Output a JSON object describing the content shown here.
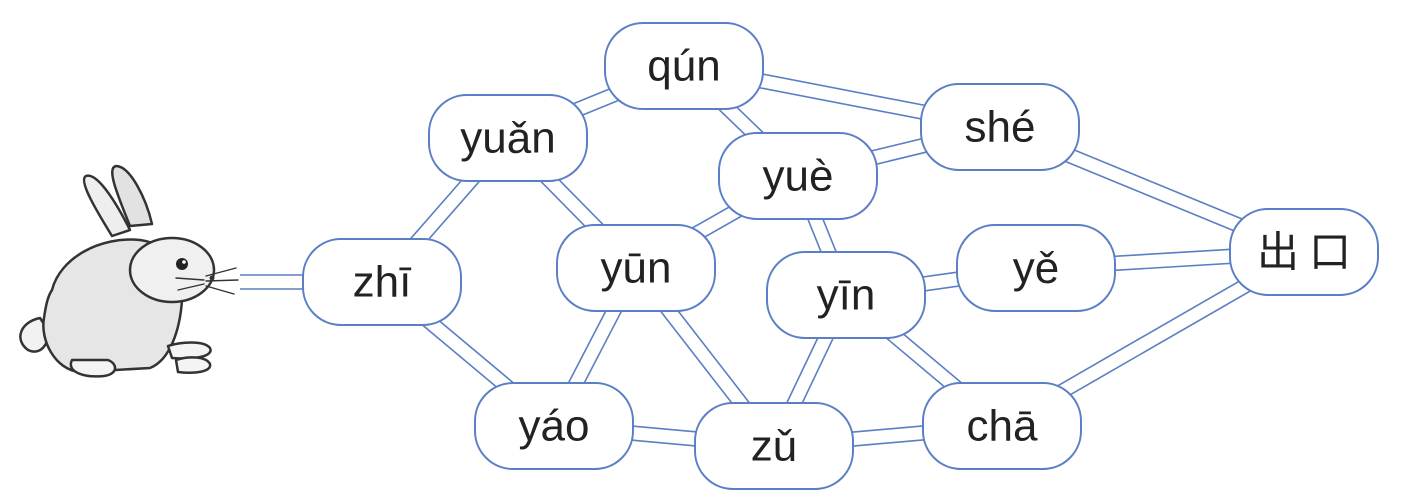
{
  "nodes": [
    {
      "id": "zhi",
      "label": "zhī"
    },
    {
      "id": "yuan",
      "label": "yuǎn"
    },
    {
      "id": "qun",
      "label": "qún"
    },
    {
      "id": "yun",
      "label": "yūn"
    },
    {
      "id": "yao",
      "label": "yáo"
    },
    {
      "id": "yue",
      "label": "yuè"
    },
    {
      "id": "she",
      "label": "shé"
    },
    {
      "id": "yin",
      "label": "yīn"
    },
    {
      "id": "ye",
      "label": "yě"
    },
    {
      "id": "zu",
      "label": "zǔ"
    },
    {
      "id": "cha",
      "label": "chā"
    },
    {
      "id": "exit",
      "label": "出口"
    }
  ],
  "edges": [
    [
      "rabbit",
      "zhi"
    ],
    [
      "zhi",
      "yuan"
    ],
    [
      "zhi",
      "yao"
    ],
    [
      "yuan",
      "qun"
    ],
    [
      "yuan",
      "yun"
    ],
    [
      "qun",
      "she"
    ],
    [
      "qun",
      "yue"
    ],
    [
      "yue",
      "she"
    ],
    [
      "yue",
      "yun"
    ],
    [
      "yue",
      "yin"
    ],
    [
      "yun",
      "yao"
    ],
    [
      "yun",
      "zu"
    ],
    [
      "yao",
      "zu"
    ],
    [
      "zu",
      "yin"
    ],
    [
      "zu",
      "cha"
    ],
    [
      "yin",
      "ye"
    ],
    [
      "yin",
      "cha"
    ],
    [
      "she",
      "exit"
    ],
    [
      "ye",
      "exit"
    ],
    [
      "cha",
      "exit"
    ]
  ],
  "colors": {
    "line": "#5b7fc4",
    "text": "#222222"
  },
  "icons": {
    "start": "rabbit-icon"
  }
}
